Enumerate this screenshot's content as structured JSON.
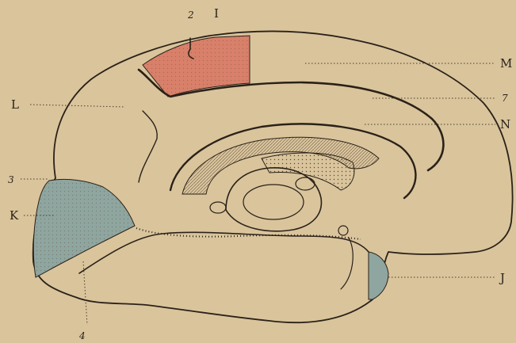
{
  "labels": {
    "top_2": "2",
    "top_I": "I",
    "M": "M",
    "seven": "7",
    "N": "N",
    "L": "L",
    "three": "3",
    "K": "K",
    "J": "J",
    "four": "4"
  },
  "colors": {
    "paper": "#d9c49c",
    "region_I": "#d9806a",
    "region_K": "#8fa6a0",
    "region_J": "#8fa6a0",
    "ink": "#2a2118"
  }
}
